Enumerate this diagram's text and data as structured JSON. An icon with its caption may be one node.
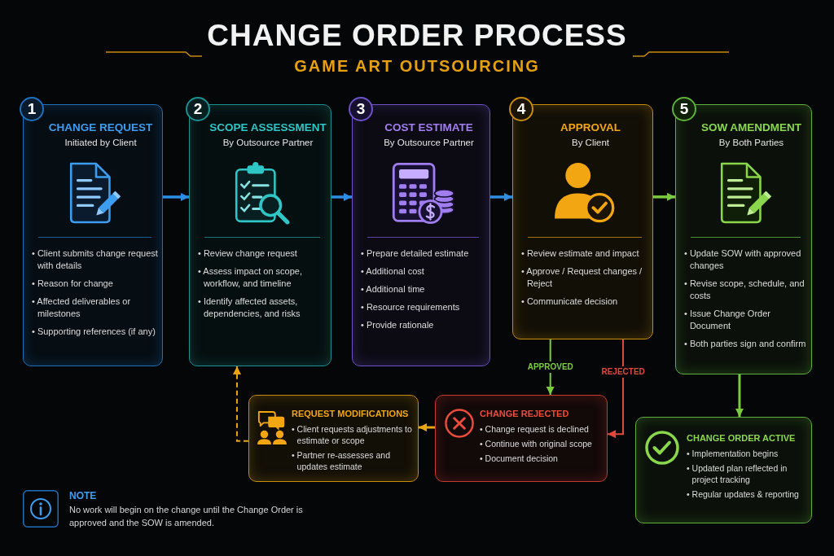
{
  "diagram": {
    "title": "CHANGE ORDER PROCESS",
    "nodes": [
      {
        "text": [
          "1",
          "CHANGE REQUEST",
          "Initiated by Client",
          "• Client submits change request with details",
          "• Reason for change",
          "• Affected deliverables or milestones",
          "• Supporting references (if any)"
        ]
      },
      {
        "text": [
          "2",
          "SCOPE ASSESSMENT",
          "By Outsource Partner",
          "• Review change request",
          "• Assess impact on scope, workflow, and timeline",
          "• Identify affected assets, dependencies, and risks"
        ]
      },
      {
        "text": [
          "3",
          "COST ESTIMATE",
          "By Outsource Partner",
          "• Prepare detailed estimate",
          "• Additional cost",
          "• Additional time",
          "• Resource requirements",
          "• Provide rationale"
        ]
      },
      {
        "text": [
          "4",
          "APPROVAL",
          "By Client",
          "• Review estimate and impact",
          "• Approve / Request changes / Reject",
          "• Communicate decision"
        ]
      },
      {
        "text": [
          "5",
          "SOW AMENDMENT",
          "By Both Parties",
          "• Update SOW with approved changes",
          "• Revise scope, schedule, and costs",
          "• Issue Change Order Document",
          "• Both parties sign and confirm"
        ]
      },
      {
        "text": [
          "REQUEST MODIFICATIONS",
          "• Client requests adjustments to estimate or scope",
          "• Partner re-assesses and updates estimate"
        ]
      },
      {
        "text": [
          "CHANGE REJECTED",
          "• Change request is declined",
          "• Continue with original scope",
          "• Document decision"
        ]
      },
      {
        "text": [
          "CHANGE ORDER ACTIVE",
          "• Implementation begins",
          "• Updated plan reflected in project tracking",
          "• Regular updates & reporting"
        ]
      }
    ],
    "edges": [
      {
        "from": 0,
        "to": 1,
        "arrow": "to"
      },
      {
        "from": 1,
        "to": 2,
        "arrow": "to"
      },
      {
        "from": 2,
        "to": 3,
        "arrow": "to"
      },
      {
        "from": 3,
        "to": 4,
        "arrow": "to",
        "color": "#7acc3e"
      },
      {
        "from": 3,
        "to": 6,
        "arrow": "to",
        "label": "APPROVED",
        "color": "#7acc3e"
      },
      {
        "from": 3,
        "to": 6,
        "arrow": "to",
        "label": "REJECTED",
        "color": "#e2483a"
      },
      {
        "from": 6,
        "to": 5,
        "arrow": "to",
        "color": "#e8a412"
      },
      {
        "from": 5,
        "to": 1,
        "arrow": "to",
        "style": "dashed",
        "color": "#e8a412"
      },
      {
        "from": 4,
        "to": 7,
        "arrow": "to",
        "color": "#7acc3e"
      }
    ],
    "labels": [
      "GAME ART OUTSOURCING",
      "NOTE",
      "No work will begin on the change until the Change Order is approved and the SOW is amended."
    ]
  }
}
